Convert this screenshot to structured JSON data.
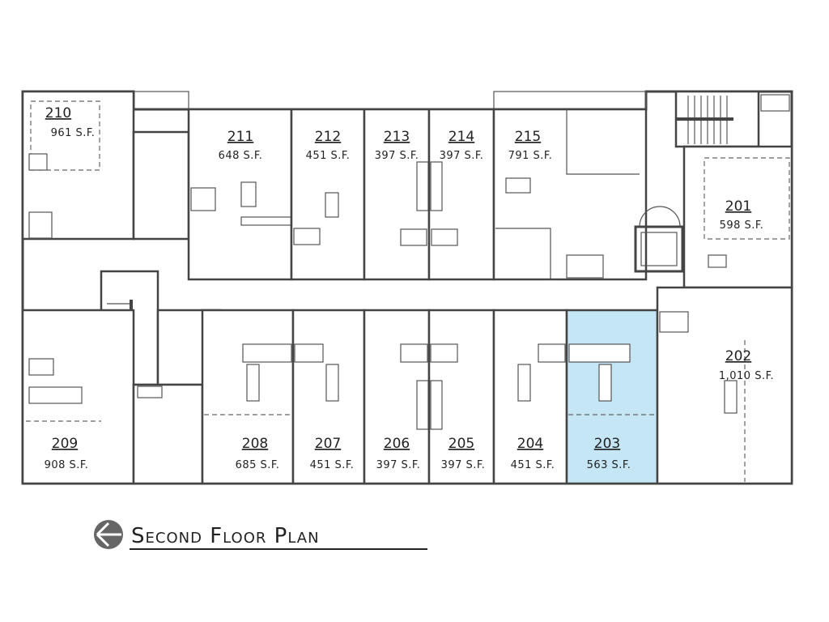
{
  "plan": {
    "title": "Second Floor Plan",
    "highlight_color": "#c4e6f5",
    "units": {
      "u210": {
        "number": "210",
        "area": "961 S.F."
      },
      "u211": {
        "number": "211",
        "area": "648 S.F."
      },
      "u212": {
        "number": "212",
        "area": "451 S.F."
      },
      "u213": {
        "number": "213",
        "area": "397 S.F."
      },
      "u214": {
        "number": "214",
        "area": "397 S.F."
      },
      "u215": {
        "number": "215",
        "area": "791 S.F."
      },
      "u201": {
        "number": "201",
        "area": "598 S.F."
      },
      "u202": {
        "number": "202",
        "area": "1,010 S.F."
      },
      "u209": {
        "number": "209",
        "area": "908 S.F."
      },
      "u208": {
        "number": "208",
        "area": "685 S.F."
      },
      "u207": {
        "number": "207",
        "area": "451 S.F."
      },
      "u206": {
        "number": "206",
        "area": "397 S.F."
      },
      "u205": {
        "number": "205",
        "area": "397 S.F."
      },
      "u204": {
        "number": "204",
        "area": "451 S.F."
      },
      "u203": {
        "number": "203",
        "area": "563 S.F.",
        "selected": true
      }
    }
  }
}
